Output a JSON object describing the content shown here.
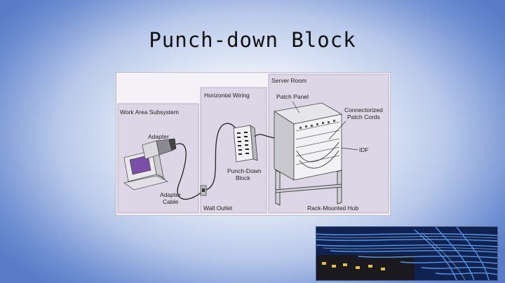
{
  "title": "Punch-down Block",
  "sections": {
    "work_area": "Work Area Subsystem",
    "horizontal": "Horizontal Wiring",
    "server_room": "Server Room"
  },
  "labels": {
    "adapter": "Adapter",
    "adapter_cable_1": "Adapter",
    "adapter_cable_2": "Cable",
    "wall_outlet": "Wall Outlet",
    "punch_down_1": "Punch-Down",
    "punch_down_2": "Block",
    "patch_panel": "Patch Panel",
    "patch_cords_1": "Connectorized",
    "patch_cords_2": "Patch Cords",
    "idf": "IDF",
    "rack_hub": "Rack-Mounted Hub"
  },
  "colors": {
    "diagram_bg": "#ddd6e6",
    "panel_bg": "#e8e3ee",
    "computer_screen": "#7a4fa8",
    "cable_photo": "#2f62b8"
  },
  "icons": [
    "computer-icon",
    "wall-outlet-icon",
    "punch-down-block-icon",
    "server-rack-icon",
    "cable-bundle-photo"
  ]
}
